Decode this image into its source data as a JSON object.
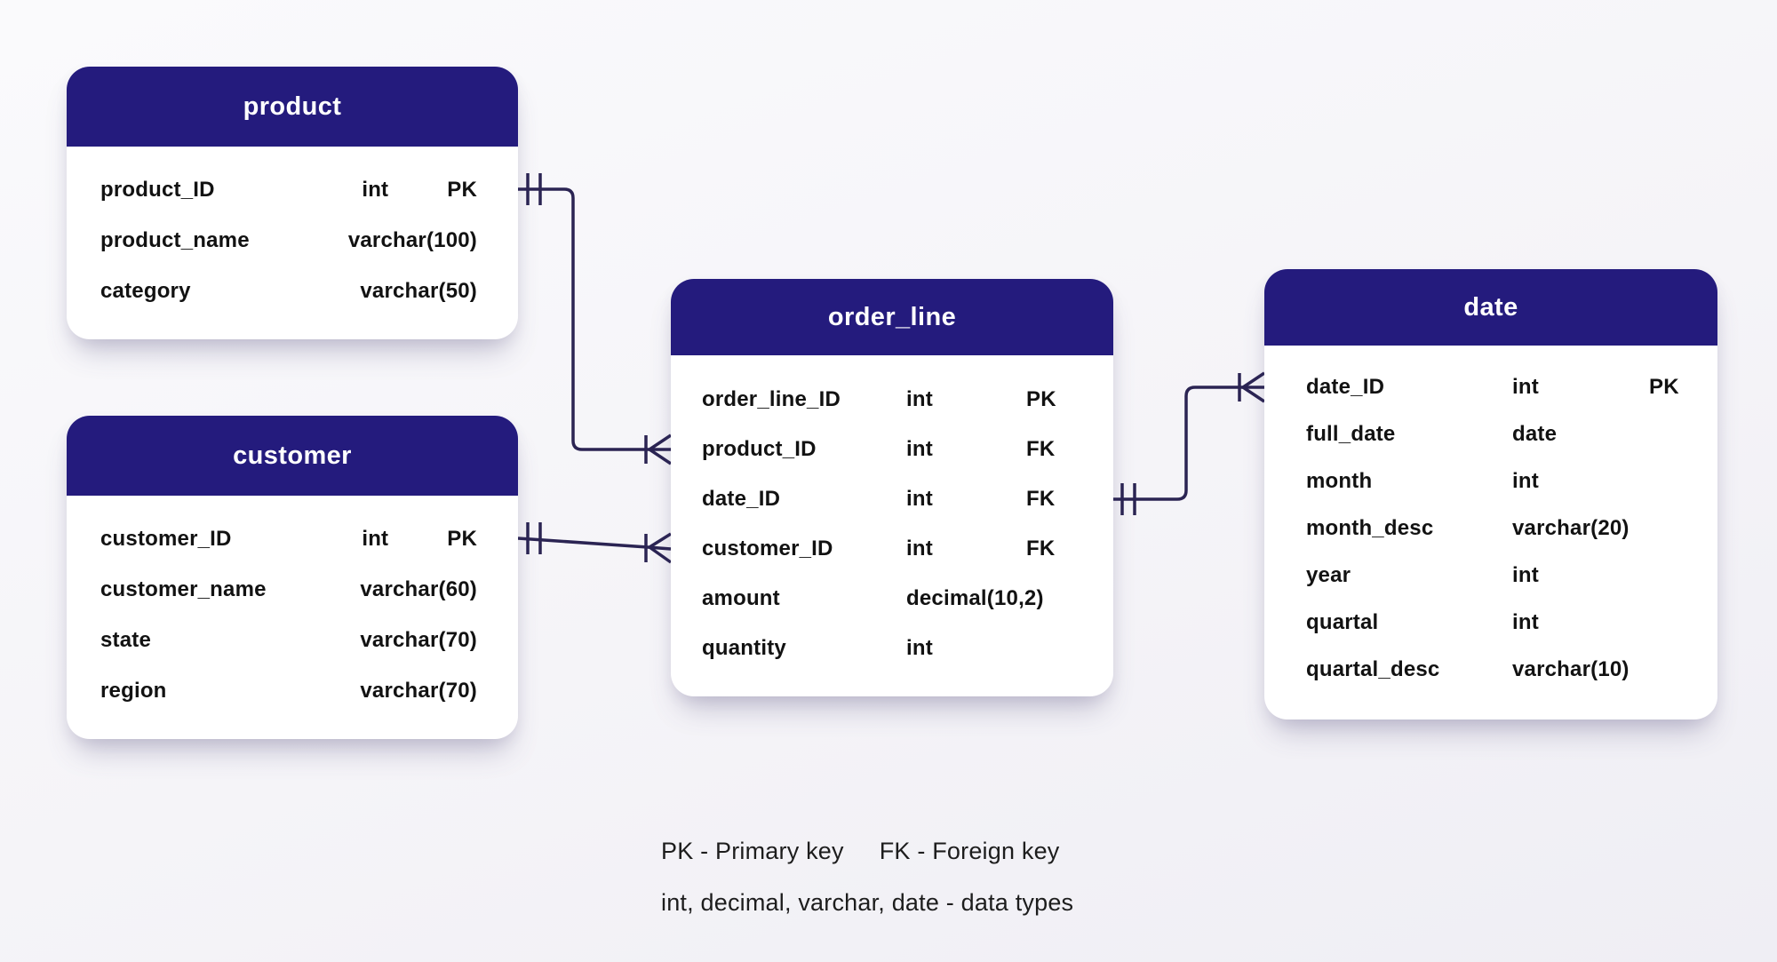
{
  "diagram": {
    "tables": {
      "product": {
        "title": "product",
        "rows": [
          {
            "name": "product_ID",
            "type": "int",
            "key": "PK"
          },
          {
            "name": "product_name",
            "type": "varchar(100)",
            "key": ""
          },
          {
            "name": "category",
            "type": "varchar(50)",
            "key": ""
          }
        ]
      },
      "customer": {
        "title": "customer",
        "rows": [
          {
            "name": "customer_ID",
            "type": "int",
            "key": "PK"
          },
          {
            "name": "customer_name",
            "type": "varchar(60)",
            "key": ""
          },
          {
            "name": "state",
            "type": "varchar(70)",
            "key": ""
          },
          {
            "name": "region",
            "type": "varchar(70)",
            "key": ""
          }
        ]
      },
      "order_line": {
        "title": "order_line",
        "rows": [
          {
            "name": "order_line_ID",
            "type": "int",
            "key": "PK"
          },
          {
            "name": "product_ID",
            "type": "int",
            "key": "FK"
          },
          {
            "name": "date_ID",
            "type": "int",
            "key": "FK"
          },
          {
            "name": "customer_ID",
            "type": "int",
            "key": "FK"
          },
          {
            "name": "amount",
            "type": "decimal(10,2)",
            "key": ""
          },
          {
            "name": "quantity",
            "type": "int",
            "key": ""
          }
        ]
      },
      "date": {
        "title": "date",
        "rows": [
          {
            "name": "date_ID",
            "type": "int",
            "key": "PK"
          },
          {
            "name": "full_date",
            "type": "date",
            "key": ""
          },
          {
            "name": "month",
            "type": "int",
            "key": ""
          },
          {
            "name": "month_desc",
            "type": "varchar(20)",
            "key": ""
          },
          {
            "name": "year",
            "type": "int",
            "key": ""
          },
          {
            "name": "quartal",
            "type": "int",
            "key": ""
          },
          {
            "name": "quartal_desc",
            "type": "varchar(10)",
            "key": ""
          }
        ]
      }
    },
    "relationships": [
      {
        "from": "product.product_ID",
        "to": "order_line.product_ID",
        "from_cardinality": "one",
        "to_cardinality": "many"
      },
      {
        "from": "customer.customer_ID",
        "to": "order_line.customer_ID",
        "from_cardinality": "one",
        "to_cardinality": "many"
      },
      {
        "from": "order_line.date_ID",
        "to": "date.date_ID",
        "from_cardinality": "one",
        "to_cardinality": "many"
      }
    ],
    "legend": {
      "pk": "PK - Primary key",
      "fk": "FK - Foreign key",
      "types": "int, decimal, varchar, date - data types"
    },
    "colors": {
      "header_bg": "#241b7d",
      "connector": "#2b2453",
      "row_text": "#121212",
      "card_bg": "#ffffff"
    }
  }
}
